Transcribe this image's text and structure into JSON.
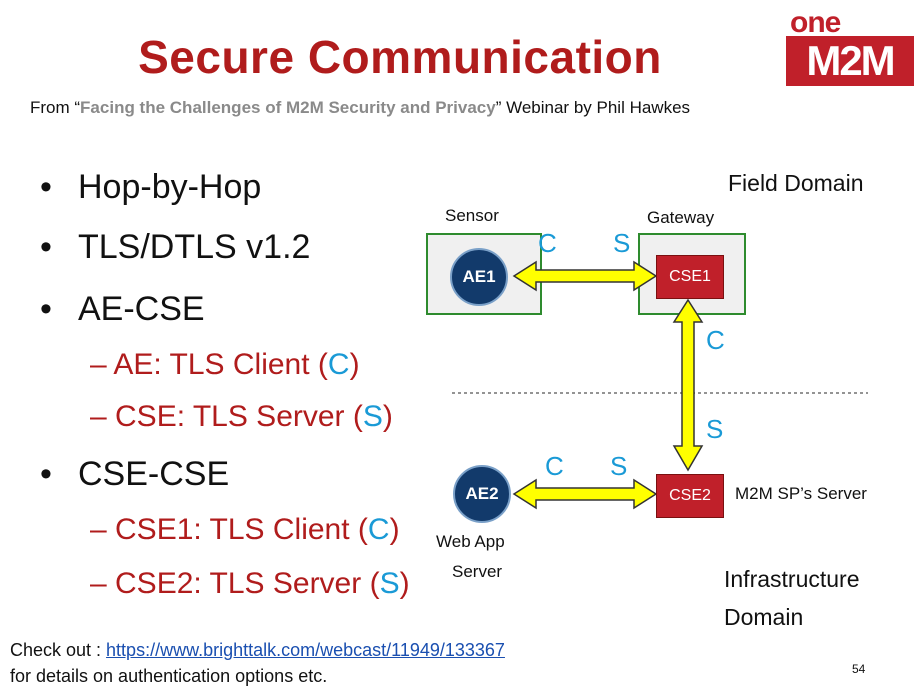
{
  "slide": {
    "title": "Secure Communication",
    "subtitle_prefix": "From “",
    "subtitle_ref": "Facing the Challenges of M2M Security and Privacy",
    "subtitle_suffix": "” Webinar by Phil Hawkes"
  },
  "logo": {
    "top": "one",
    "bottom": "M2M"
  },
  "bullets": [
    {
      "text": "Hop-by-Hop"
    },
    {
      "text": "TLS/DTLS v1.2"
    },
    {
      "text": "AE-CSE"
    },
    {
      "text": "CSE-CSE"
    }
  ],
  "sub_bullets": [
    {
      "prefix": "– AE: TLS Client (",
      "letter": "C",
      "suffix": ")"
    },
    {
      "prefix": "– CSE: TLS Server (",
      "letter": "S",
      "suffix": ")"
    },
    {
      "prefix": "– CSE1: TLS Client (",
      "letter": "C",
      "suffix": ")"
    },
    {
      "prefix": "– CSE2: TLS Server (",
      "letter": "S",
      "suffix": ")"
    }
  ],
  "diagram": {
    "field_domain": "Field Domain",
    "infra_domain_line1": "Infrastructure",
    "infra_domain_line2": "Domain",
    "sensor_label": "Sensor",
    "gateway_label": "Gateway",
    "ae1": "AE1",
    "ae2": "AE2",
    "cse1": "CSE1",
    "cse2": "CSE2",
    "server_label": "M2M SP’s Server",
    "webapp_line1": "Web App",
    "webapp_line2": "Server",
    "letter_c": "C",
    "letter_s": "S"
  },
  "footer": {
    "check_out": "Check out : ",
    "link": "https://www.brighttalk.com/webcast/11949/133367",
    "details": "for details on authentication options etc."
  },
  "page_number": "54",
  "colors": {
    "title_red": "#b01c1c",
    "accent_blue": "#1a9ad6",
    "cse_red": "#c0202a",
    "ae_navy": "#123a6b",
    "box_green": "#2e8b2e",
    "arrow_yellow": "#ffff00"
  }
}
